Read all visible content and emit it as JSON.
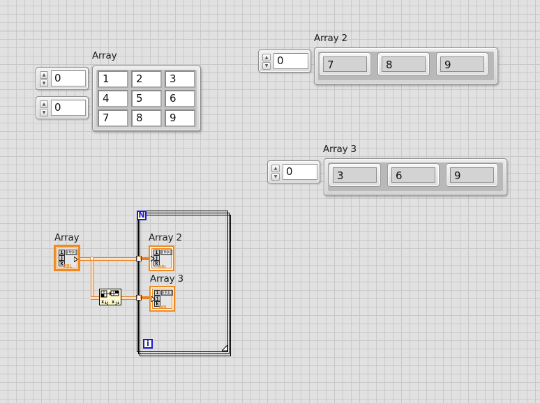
{
  "front_panel": {
    "array": {
      "label": "Array",
      "row_index": "0",
      "col_index": "0",
      "values": [
        [
          "1",
          "2",
          "3"
        ],
        [
          "4",
          "5",
          "6"
        ],
        [
          "7",
          "8",
          "9"
        ]
      ]
    },
    "array2": {
      "label": "Array 2",
      "index": "0",
      "values": [
        "7",
        "8",
        "9"
      ]
    },
    "array3": {
      "label": "Array 3",
      "index": "0",
      "values": [
        "3",
        "6",
        "9"
      ]
    }
  },
  "block_diagram": {
    "array_terminal": {
      "label": "Array",
      "dims": [
        "i",
        "j",
        "k"
      ],
      "type_badge": "123",
      "repr": "DBL"
    },
    "array2_terminal": {
      "label": "Array 2",
      "dims": [
        "i",
        "j",
        "k"
      ],
      "type_badge": "123",
      "repr": "DBL"
    },
    "array3_terminal": {
      "label": "Array 3",
      "dims": [
        "i",
        "j",
        "k"
      ],
      "type_badge": "123",
      "repr": "DBL"
    },
    "for_loop": {
      "count_terminal": "N",
      "iteration_terminal": "i"
    },
    "transpose_node": {
      "name": "Transpose 2D Array",
      "glyph_in": "x ij",
      "glyph_out": "x ji"
    },
    "tunnel_glyph": "[]",
    "wire_color": "#e8801f",
    "loop_term_color": "#1a1ad6"
  }
}
